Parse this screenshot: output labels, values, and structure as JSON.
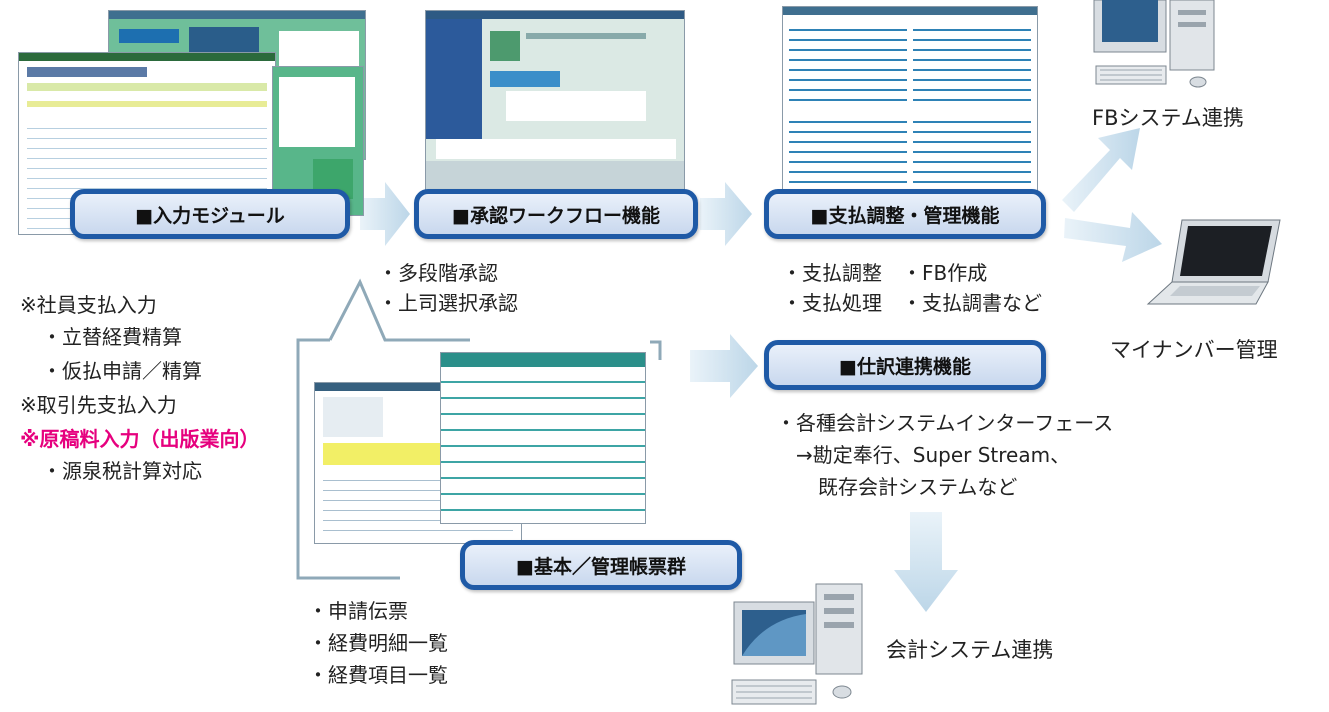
{
  "modules": {
    "input": "■入力モジュール",
    "workflow": "■承認ワークフロー機能",
    "payment": "■支払調整・管理機能",
    "journal": "■仕訳連携機能",
    "reports": "■基本／管理帳票群"
  },
  "workflow_features": [
    "・多段階承認",
    "・上司選択承認"
  ],
  "payment_features": [
    "・支払調整　・FB作成",
    "・支払処理　・支払調書など"
  ],
  "journal_features": [
    "・各種会計システムインターフェース",
    "→勘定奉行、Super Stream、",
    "既存会計システムなど"
  ],
  "input_features": [
    "※社員支払入力",
    "・立替経費精算",
    "・仮払申請／精算",
    "※取引先支払入力",
    "※原稿料入力（出版業向）",
    "・源泉税計算対応"
  ],
  "report_items": [
    "・申請伝票",
    "・経費明細一覧",
    "・経費項目一覧"
  ],
  "outputs": {
    "fb": "FBシステム連携",
    "mynumber": "マイナンバー管理",
    "accounting": "会計システム連携"
  },
  "colors": {
    "module_border": "#1f5aa6",
    "highlight": "#e6007e",
    "arrow": "#c6dcec"
  }
}
